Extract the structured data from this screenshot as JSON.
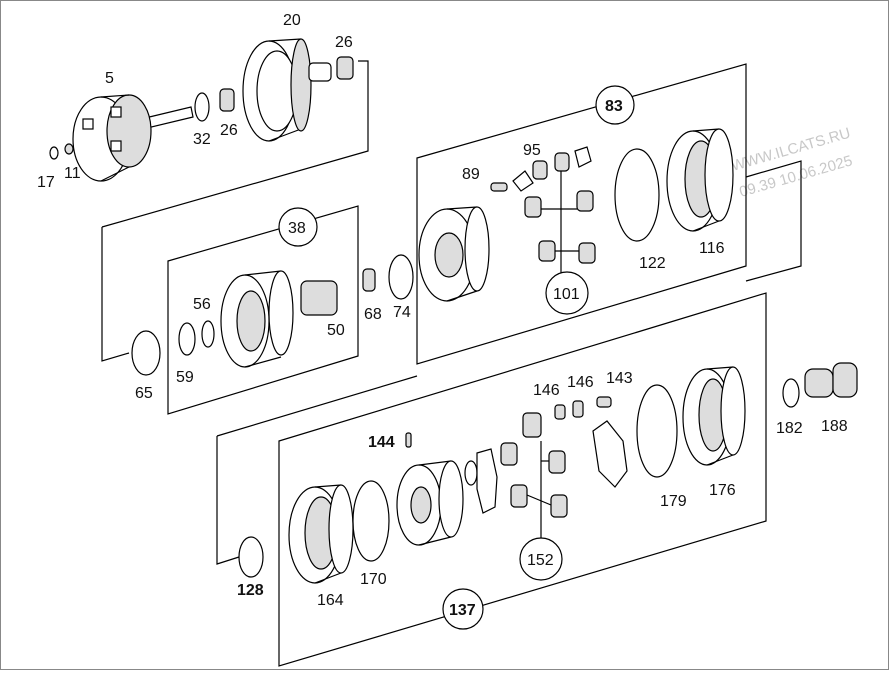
{
  "watermark": {
    "line1": "WWW.ILCATS.RU",
    "line2": "09.39 10.06.2025"
  },
  "labels": {
    "l5": "5",
    "l11": "11",
    "l17": "17",
    "l20": "20",
    "l26a": "26",
    "l26b": "26",
    "l32": "32",
    "l38": "38",
    "l50": "50",
    "l56": "56",
    "l59": "59",
    "l65": "65",
    "l68": "68",
    "l74": "74",
    "l83": "83",
    "l89": "89",
    "l95": "95",
    "l101": "101",
    "l116": "116",
    "l122": "122",
    "l128": "128",
    "l137": "137",
    "l143": "143",
    "l144": "144",
    "l146a": "146",
    "l146b": "146",
    "l152": "152",
    "l164": "164",
    "l170": "170",
    "l176": "176",
    "l179": "179",
    "l182": "182",
    "l188": "188"
  }
}
